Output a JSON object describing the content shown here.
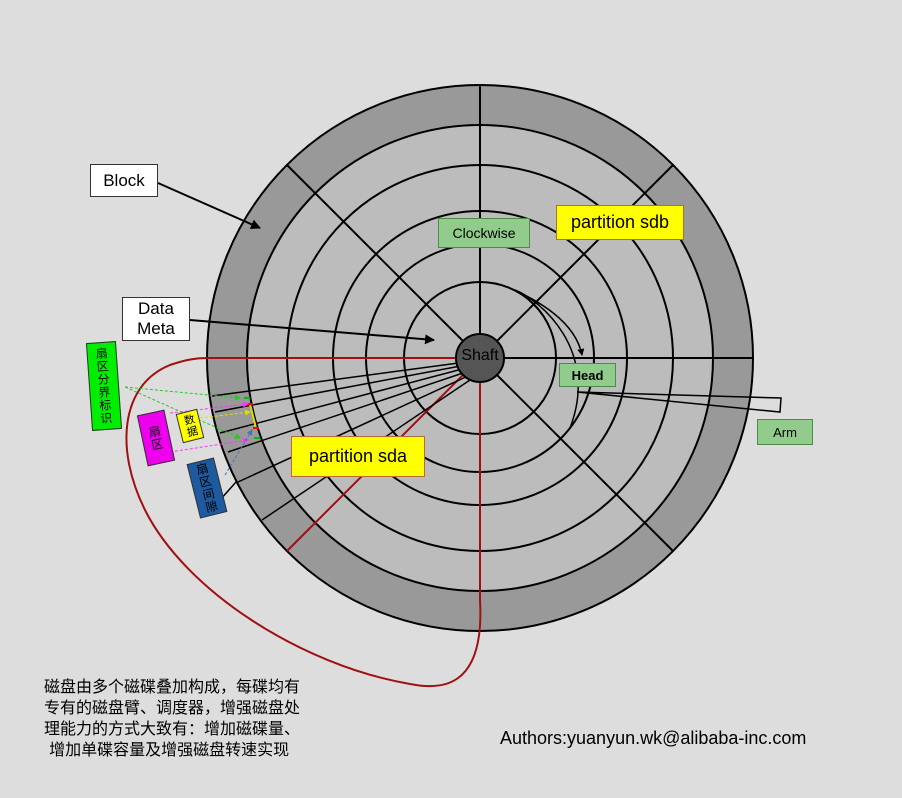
{
  "labels": {
    "block": "Block",
    "data_meta_line1": "Data",
    "data_meta_line2": "Meta",
    "clockwise": "Clockwise",
    "partition_sdb": "partition sdb",
    "partition_sda": "partition sda",
    "shaft": "Shaft",
    "head": "Head",
    "arm": "Arm",
    "sector_marker": "扇区分界标识",
    "sector": "扇区",
    "data": "数据",
    "sector_gap": "扇区间隙"
  },
  "caption": {
    "lines": [
      "磁盘由多个磁碟叠加构成，每碟均有",
      "专有的磁盘臂、调度器，增强磁盘处",
      "理能力的方式大致有：增加磁碟量、",
      " 增加单碟容量及增强磁盘转速实现"
    ]
  },
  "authors": "Authors:yuanyun.wk@alibaba-inc.com",
  "colors": {
    "background": "#dddddd",
    "outer_ring": "#999999",
    "inner_disk": "#bcbcbc",
    "shaft": "#555555",
    "partition_line": "#a01010",
    "label_yellow": "#ffff00",
    "label_green": "#92cc8c",
    "sector_marker_bg": "#00ee00",
    "sector_bg": "#ee00ee",
    "data_bg": "#ffff00",
    "sector_gap_bg": "#1e5aa0"
  }
}
